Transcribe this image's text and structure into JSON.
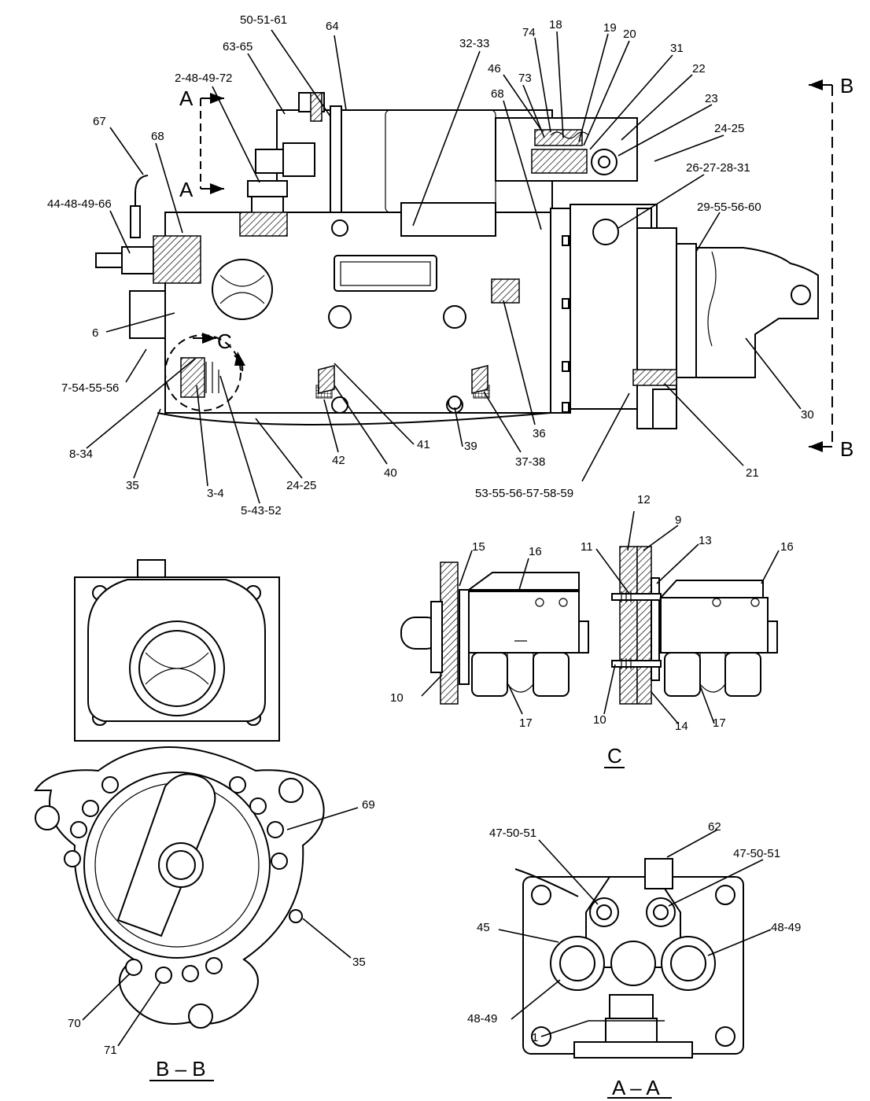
{
  "callouts": {
    "c_50_51_61": "50-51-61",
    "c_64": "64",
    "c_63_65": "63-65",
    "c_2_48_49_72": "2-48-49-72",
    "c_32_33": "32-33",
    "c_74": "74",
    "c_18": "18",
    "c_19": "19",
    "c_20": "20",
    "c_31": "31",
    "c_46": "46",
    "c_73": "73",
    "c_22": "22",
    "c_68a": "68",
    "c_23": "23",
    "c_24_25a": "24-25",
    "c_67": "67",
    "c_68b": "68",
    "c_26_27_28_31": "26-27-28-31",
    "c_44_48_49_66": "44-48-49-66",
    "c_29_55_56_60": "29-55-56-60",
    "c_6": "6",
    "c_7_54_55_56": "7-54-55-56",
    "c_8_34": "8-34",
    "c_35a": "35",
    "c_3_4": "3-4",
    "c_24_25b": "24-25",
    "c_5_43_52": "5-43-52",
    "c_42": "42",
    "c_40": "40",
    "c_41": "41",
    "c_39": "39",
    "c_36": "36",
    "c_37_38": "37-38",
    "c_53_59": "53-55-56-57-58-59",
    "c_21": "21",
    "c_30": "30",
    "c_12": "12",
    "c_9": "9",
    "c_15": "15",
    "c_16a": "16",
    "c_11": "11",
    "c_13": "13",
    "c_16b": "16",
    "c_10a": "10",
    "c_17a": "17",
    "c_10b": "10",
    "c_14": "14",
    "c_17b": "17",
    "c_69": "69",
    "c_35b": "35",
    "c_70": "70",
    "c_71": "71",
    "c_62": "62",
    "c_47_50_51a": "47-50-51",
    "c_47_50_51b": "47-50-51",
    "c_45": "45",
    "c_48_49a": "48-49",
    "c_48_49b": "48-49",
    "c_1": "1"
  },
  "section_marks": {
    "a_top": "A",
    "a_bottom": "A",
    "b_top": "B",
    "b_bottom": "B",
    "c_mark": "C"
  },
  "view_titles": {
    "c_view": "C",
    "bb_view": "B – B",
    "aa_view": "A – A"
  }
}
